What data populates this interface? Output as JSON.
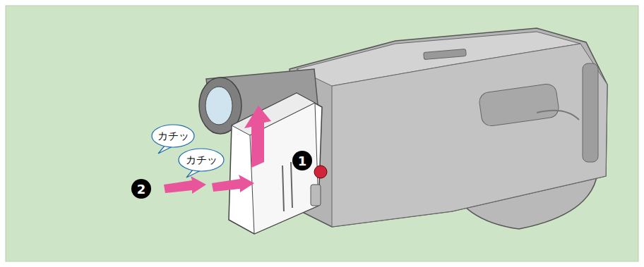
{
  "diagram": {
    "nodes": [
      {
        "text": [
          "カチッ"
        ]
      },
      {
        "text": [
          "カチッ"
        ]
      }
    ],
    "labels": [
      "1",
      "2"
    ]
  }
}
